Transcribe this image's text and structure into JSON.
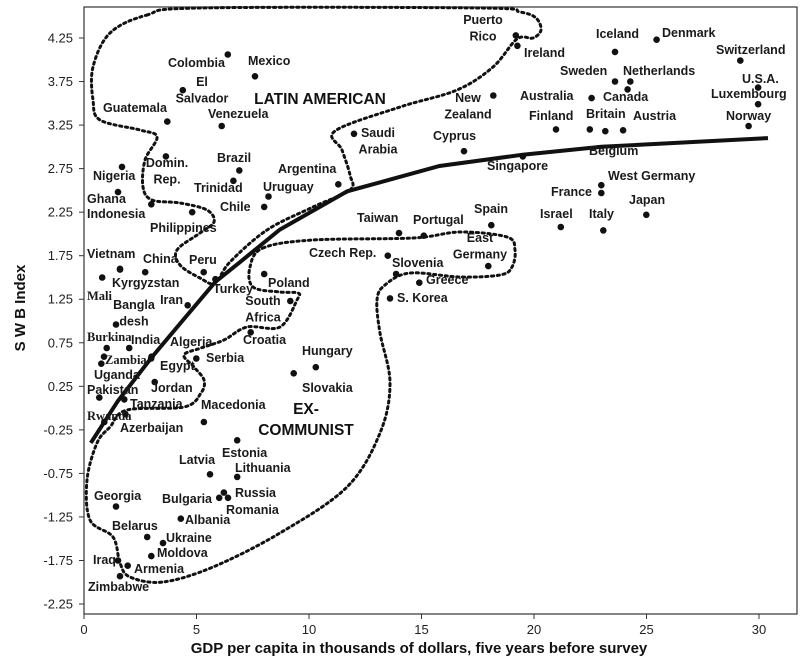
{
  "chart_data": {
    "type": "scatter",
    "title": "",
    "xlabel": "GDP per capita in thousands of dollars, five years before survey",
    "ylabel": "S W B Index",
    "xlim": [
      0,
      31.6
    ],
    "ylim": [
      -2.5,
      4.6
    ],
    "x_ticks": [
      "0",
      "5",
      "10",
      "15",
      "20",
      "25",
      "30"
    ],
    "x_tick_values": [
      0,
      5,
      10,
      15,
      20,
      25,
      30
    ],
    "y_ticks": [
      "4.25",
      "3.75",
      "3.25",
      "2.75",
      "2.25",
      "1.75",
      "1.25",
      "0.75",
      "0.25",
      "-0.25",
      "-0.75",
      "-1.25",
      "-1.75",
      "-2.25"
    ],
    "y_tick_values": [
      4.25,
      3.75,
      3.25,
      2.75,
      2.25,
      1.75,
      1.25,
      0.75,
      0.25,
      -0.25,
      -0.75,
      -1.25,
      -1.75,
      -2.25
    ],
    "grid": false,
    "regions": [
      {
        "label": [
          "LATIN AMERICAN"
        ]
      },
      {
        "label": [
          "EX-",
          "COMMUNIST"
        ]
      }
    ],
    "fit_curve": [
      [
        0.3,
        -0.4
      ],
      [
        1.5,
        0.08
      ],
      [
        3.0,
        0.58
      ],
      [
        4.4,
        1.01
      ],
      [
        5.84,
        1.45
      ],
      [
        6.9,
        1.67
      ],
      [
        8.7,
        2.05
      ],
      [
        11.7,
        2.49
      ],
      [
        15.8,
        2.78
      ],
      [
        19.5,
        2.91
      ],
      [
        23.0,
        3.0
      ],
      [
        30.4,
        3.1
      ]
    ],
    "points": [
      {
        "label": "Colombia",
        "x": 6.39,
        "y": 4.06
      },
      {
        "label": "Mexico",
        "x": 7.6,
        "y": 3.81
      },
      {
        "label": [
          "El",
          "Salvador"
        ],
        "x": 4.39,
        "y": 3.65
      },
      {
        "label": "Guatemala",
        "x": 3.7,
        "y": 3.29
      },
      {
        "label": "Venezuela",
        "x": 6.12,
        "y": 3.24
      },
      {
        "label": [
          "Saudi",
          "Arabia"
        ],
        "x": 12.0,
        "y": 3.15
      },
      {
        "label": [
          "Domin.",
          "Rep."
        ],
        "x": 3.64,
        "y": 2.89
      },
      {
        "label": "Nigeria",
        "x": 1.69,
        "y": 2.77
      },
      {
        "label": "Brazil",
        "x": 6.9,
        "y": 2.73
      },
      {
        "label": "Trinidad",
        "x": 6.64,
        "y": 2.61
      },
      {
        "label": "Argentina",
        "x": 11.3,
        "y": 2.57
      },
      {
        "label": "Ghana",
        "x": 1.51,
        "y": 2.48
      },
      {
        "label": "Uruguay",
        "x": 8.2,
        "y": 2.43
      },
      {
        "label": "Indonesia",
        "x": 2.99,
        "y": 2.34
      },
      {
        "label": "Chile",
        "x": 8.01,
        "y": 2.31
      },
      {
        "label": "Philippines",
        "x": 4.81,
        "y": 2.25
      },
      {
        "label": "Taiwan",
        "x": 14.0,
        "y": 2.01
      },
      {
        "label": "Portugal",
        "x": 15.1,
        "y": 1.98
      },
      {
        "label": "Vietnam",
        "x": 1.6,
        "y": 1.6
      },
      {
        "label": "China",
        "x": 2.72,
        "y": 1.56
      },
      {
        "label": "Kyrgyzstan",
        "x": 1.6,
        "y": 1.59
      },
      {
        "label": "Mali",
        "x": 0.81,
        "y": 1.5
      },
      {
        "label": "Peru",
        "x": 5.32,
        "y": 1.56
      },
      {
        "label": "Turkey",
        "x": 5.84,
        "y": 1.48
      },
      {
        "label": "Iran",
        "x": 4.61,
        "y": 1.18
      },
      {
        "label": "Poland",
        "x": 8.01,
        "y": 1.54
      },
      {
        "label": "Czech Rep.",
        "x": 13.5,
        "y": 1.75
      },
      {
        "label": "Slovenia",
        "x": 13.87,
        "y": 1.54
      },
      {
        "label": "Greece",
        "x": 14.9,
        "y": 1.44
      },
      {
        "label": "S. Korea",
        "x": 13.6,
        "y": 1.26
      },
      {
        "label": [
          "South",
          "Africa"
        ],
        "x": 9.17,
        "y": 1.23
      },
      {
        "label": [
          "Bangla",
          "desh"
        ],
        "x": 1.42,
        "y": 0.96
      },
      {
        "label": "Croatia",
        "x": 7.41,
        "y": 0.87
      },
      {
        "label": "Burkina",
        "x": 1.01,
        "y": 0.69
      },
      {
        "label": "India",
        "x": 2.01,
        "y": 0.69
      },
      {
        "label": "Algeria",
        "x": 3.0,
        "y": 0.59
      },
      {
        "label": "Egypt",
        "x": 2.98,
        "y": 0.57
      },
      {
        "label": "Serbia",
        "x": 4.99,
        "y": 0.57
      },
      {
        "label": "Zambia",
        "x": 0.89,
        "y": 0.59
      },
      {
        "label": "Uganda",
        "x": 0.77,
        "y": 0.51
      },
      {
        "label": "Hungary",
        "x": 10.3,
        "y": 0.47
      },
      {
        "label": "Slovakia",
        "x": 9.32,
        "y": 0.4
      },
      {
        "label": "Jordan",
        "x": 3.14,
        "y": 0.3
      },
      {
        "label": "Pakistan",
        "x": 0.68,
        "y": 0.12
      },
      {
        "label": "Tanzania",
        "x": 1.79,
        "y": 0.1
      },
      {
        "label": "Rwanda",
        "x": 0.9,
        "y": -0.16
      },
      {
        "label": "Azerbaijan",
        "x": 1.84,
        "y": -0.07
      },
      {
        "label": "Macedonia",
        "x": 5.33,
        "y": -0.16
      },
      {
        "label": "Estonia",
        "x": 6.81,
        "y": -0.37
      },
      {
        "label": "Latvia",
        "x": 5.6,
        "y": -0.76
      },
      {
        "label": "Lithuania",
        "x": 6.81,
        "y": -0.79
      },
      {
        "label": "Bulgaria",
        "x": 6.01,
        "y": -1.03
      },
      {
        "label": "Russia",
        "x": 6.22,
        "y": -0.97
      },
      {
        "label": "Romania",
        "x": 6.4,
        "y": -1.03
      },
      {
        "label": "Georgia",
        "x": 1.42,
        "y": -1.13
      },
      {
        "label": "Albania",
        "x": 4.3,
        "y": -1.27
      },
      {
        "label": "Belarus",
        "x": 2.81,
        "y": -1.48
      },
      {
        "label": "Ukraine",
        "x": 3.51,
        "y": -1.55
      },
      {
        "label": "Moldova",
        "x": 2.99,
        "y": -1.7
      },
      {
        "label": "Iraq",
        "x": 1.51,
        "y": -1.75
      },
      {
        "label": "Armenia",
        "x": 1.94,
        "y": -1.81
      },
      {
        "label": "Zimbabwe",
        "x": 1.6,
        "y": -1.93
      },
      {
        "label": [
          "Puerto",
          "Rico"
        ],
        "x": 19.19,
        "y": 4.28
      },
      {
        "label": "Ireland",
        "x": 19.26,
        "y": 4.16
      },
      {
        "label": "Iceland",
        "x": 23.6,
        "y": 4.09
      },
      {
        "label": "Denmark",
        "x": 25.45,
        "y": 4.23
      },
      {
        "label": "Switzerland",
        "x": 29.17,
        "y": 3.99
      },
      {
        "label": "Sweden",
        "x": 23.6,
        "y": 3.75
      },
      {
        "label": "Netherlands",
        "x": 24.28,
        "y": 3.75
      },
      {
        "label": "Canada",
        "x": 24.16,
        "y": 3.66
      },
      {
        "label": "U.S.A.",
        "x": 29.96,
        "y": 3.68
      },
      {
        "label": "Luxembourg",
        "x": 29.96,
        "y": 3.49
      },
      {
        "label": [
          "New",
          "Zealand"
        ],
        "x": 18.19,
        "y": 3.59
      },
      {
        "label": "Australia",
        "x": 22.56,
        "y": 3.56
      },
      {
        "label": "Norway",
        "x": 29.54,
        "y": 3.24
      },
      {
        "label": "Finland",
        "x": 20.98,
        "y": 3.2
      },
      {
        "label": "Britain",
        "x": 22.48,
        "y": 3.2
      },
      {
        "label": "Belgium",
        "x": 23.17,
        "y": 3.18
      },
      {
        "label": "Austria",
        "x": 23.96,
        "y": 3.19
      },
      {
        "label": "Cyprus",
        "x": 16.89,
        "y": 2.95
      },
      {
        "label": "Singapore",
        "x": 19.5,
        "y": 2.89
      },
      {
        "label": "West Germany",
        "x": 22.99,
        "y": 2.56
      },
      {
        "label": "France",
        "x": 22.99,
        "y": 2.47
      },
      {
        "label": "Japan",
        "x": 24.99,
        "y": 2.22
      },
      {
        "label": "Israel",
        "x": 21.19,
        "y": 2.08
      },
      {
        "label": "Italy",
        "x": 23.08,
        "y": 2.04
      },
      {
        "label": "Spain",
        "x": 18.1,
        "y": 2.1
      },
      {
        "label": [
          "East",
          "Germany"
        ],
        "x": 17.97,
        "y": 1.63
      }
    ]
  }
}
